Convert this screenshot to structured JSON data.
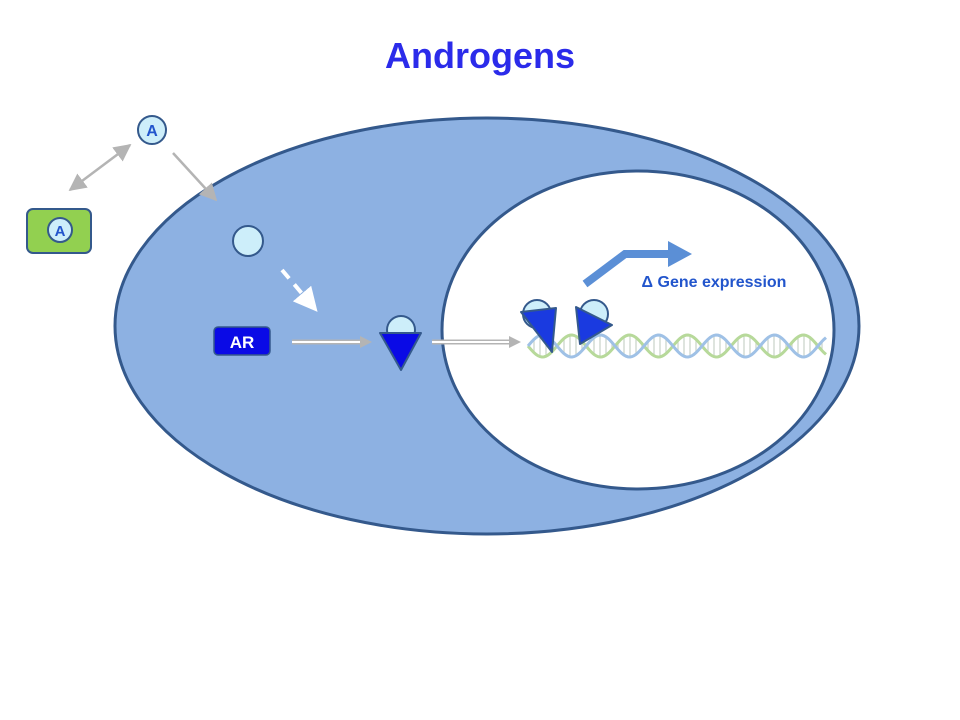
{
  "title": "Androgens",
  "labels": {
    "androgen_free": "A",
    "androgen_bound": "A",
    "receptor": "AR",
    "gene_expression": "Δ Gene expression"
  },
  "icons": {
    "free_hormone": "circle",
    "bound_hormone": "rounded-square",
    "receptor_complex": "triangle-with-circle",
    "dna": "double-helix"
  },
  "colors": {
    "title": "#2b2bea",
    "cell": "#8db1e2",
    "cell_border": "#34598c",
    "nucleus": "#ffffff",
    "hormone": "#cdeefa",
    "binding_protein": "#92d050",
    "receptor": "#0a0ae6",
    "receptor_dimer": "#1a3ae0",
    "gene_arrow": "#5b8fd6",
    "label_blue": "#2255cc",
    "arrow_gray": "#b4b4b4",
    "dna_a": "#b7d99a",
    "dna_b": "#9fc1e6"
  }
}
